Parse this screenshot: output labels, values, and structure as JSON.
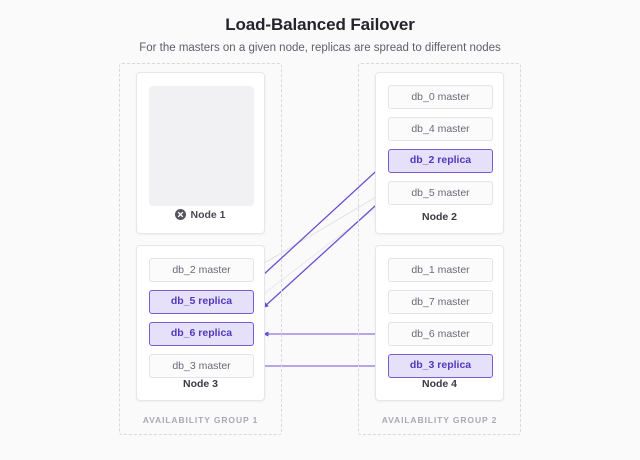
{
  "header": {
    "title": "Load-Balanced Failover",
    "subtitle": "For the masters on a given node, replicas are spread to different nodes"
  },
  "colors": {
    "page_background": "#fafafa",
    "card_background": "#ffffff",
    "replica_fill": "#e5e1f8",
    "replica_border": "#7a5bd4",
    "replica_text": "#5437bd",
    "master_fill": "#fbfbfc",
    "master_border": "#e3e3e8",
    "master_text": "#6a6a76",
    "arrow_purple": "#6b4fd0",
    "arrow_gray": "#e0e0e4",
    "group_border": "#d7d7dc",
    "group_label_text": "#a9a9b4",
    "dead_node_fill": "#f1f1f3"
  },
  "groups": [
    {
      "id": "group-1",
      "label": "AVAILABILITY GROUP 1",
      "nodes": [
        {
          "id": "node-1",
          "label": "Node 1",
          "state": "failed",
          "status_icon": "x-circle-icon",
          "databases": []
        },
        {
          "id": "node-3",
          "label": "Node 3",
          "state": "healthy",
          "databases": [
            {
              "name": "db_2 master",
              "role": "master"
            },
            {
              "name": "db_5 replica",
              "role": "replica"
            },
            {
              "name": "db_6 replica",
              "role": "replica"
            },
            {
              "name": "db_3 master",
              "role": "master"
            }
          ]
        }
      ]
    },
    {
      "id": "group-2",
      "label": "AVAILABILITY GROUP 2",
      "nodes": [
        {
          "id": "node-2",
          "label": "Node 2",
          "state": "healthy",
          "databases": [
            {
              "name": "db_0 master",
              "role": "master"
            },
            {
              "name": "db_4 master",
              "role": "master"
            },
            {
              "name": "db_2 replica",
              "role": "replica"
            },
            {
              "name": "db_5 master",
              "role": "master"
            }
          ]
        },
        {
          "id": "node-4",
          "label": "Node 4",
          "state": "healthy",
          "databases": [
            {
              "name": "db_1 master",
              "role": "master"
            },
            {
              "name": "db_7 master",
              "role": "master"
            },
            {
              "name": "db_6 master",
              "role": "master"
            },
            {
              "name": "db_3 replica",
              "role": "replica"
            }
          ]
        }
      ]
    }
  ],
  "connections": [
    {
      "id": "conn-db2",
      "from": "node-3 / db_2 master",
      "to": "node-2 / db_2 replica",
      "style": "purple-arrow",
      "direction": "up-right"
    },
    {
      "id": "conn-db5",
      "from": "node-2 / db_5 master",
      "to": "node-3 / db_5 replica",
      "style": "purple-arrow",
      "direction": "down-left"
    },
    {
      "id": "conn-db6",
      "from": "node-4 / db_6 master",
      "to": "node-3 / db_6 replica",
      "style": "purple-arrow",
      "direction": "left"
    },
    {
      "id": "conn-db3",
      "from": "node-3 / db_3 master",
      "to": "node-4 / db_3 replica",
      "style": "purple-arrow",
      "direction": "right"
    }
  ]
}
